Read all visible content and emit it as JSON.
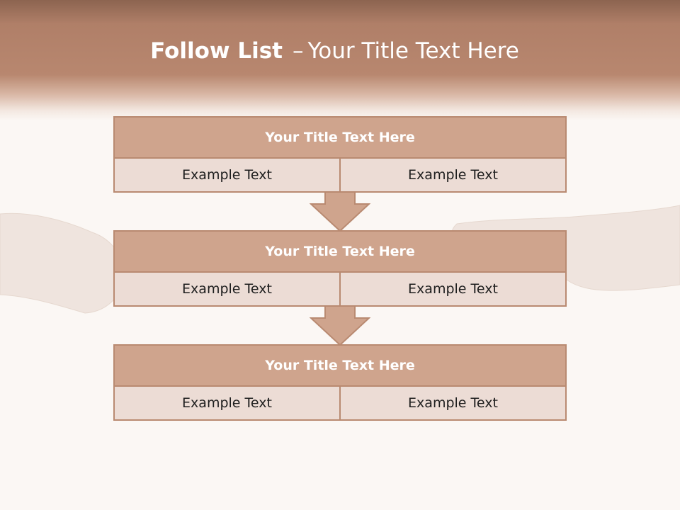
{
  "header": {
    "title_bold": "Follow List",
    "title_separator": "–",
    "title_rest": "Your Title Text Here"
  },
  "blocks": [
    {
      "title": "Your Title Text Here",
      "left_text": "Example Text",
      "right_text": "Example Text"
    },
    {
      "title": "Your Title Text Here",
      "left_text": "Example Text",
      "right_text": "Example Text"
    },
    {
      "title": "Your Title Text Here",
      "left_text": "Example Text",
      "right_text": "Example Text"
    }
  ],
  "colors": {
    "header_brown": "#b8876f",
    "block_title_fill": "#cfa48d",
    "block_row_fill": "#ecdcd5",
    "border": "#b98a71",
    "background": "#fbf7f4"
  },
  "icons": {
    "connector": "down-arrow-icon",
    "background_image": "handshake-hands"
  }
}
